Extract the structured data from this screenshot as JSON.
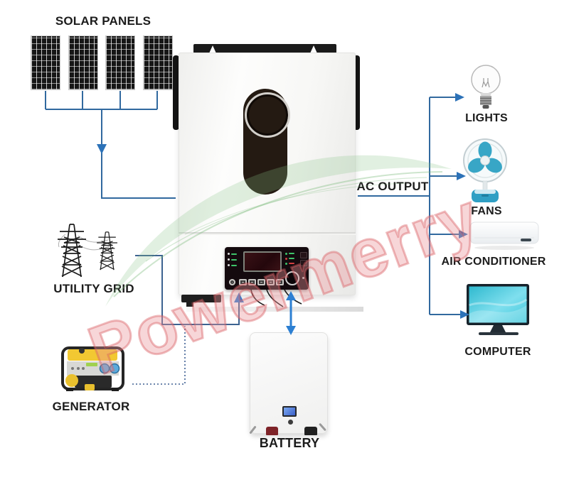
{
  "watermark": {
    "text": "Powermerry"
  },
  "solar": {
    "label": "SOLAR PANELS",
    "panel_count": 4
  },
  "utility": {
    "label": "UTILITY GRID"
  },
  "generator": {
    "label": "GENERATOR"
  },
  "battery": {
    "label": "BATTERY"
  },
  "ac_output": {
    "label": "AC OUTPUT"
  },
  "devices": [
    {
      "label": "LIGHTS",
      "icon": "light-bulb-icon"
    },
    {
      "label": "FANS",
      "icon": "desk-fan-icon"
    },
    {
      "label": "AIR CONDITIONER",
      "icon": "air-conditioner-icon"
    },
    {
      "label": "COMPUTER",
      "icon": "computer-monitor-icon"
    }
  ],
  "colors": {
    "line_blue": "#31699f",
    "arrow_accent_blue": "#2c7fd2",
    "watermark_pink": "#e06a70",
    "leaf_green": "#86c586",
    "fan_teal": "#38a6c6",
    "screen_teal": "#3ec8dc",
    "generator_yellow": "#f2c832"
  }
}
